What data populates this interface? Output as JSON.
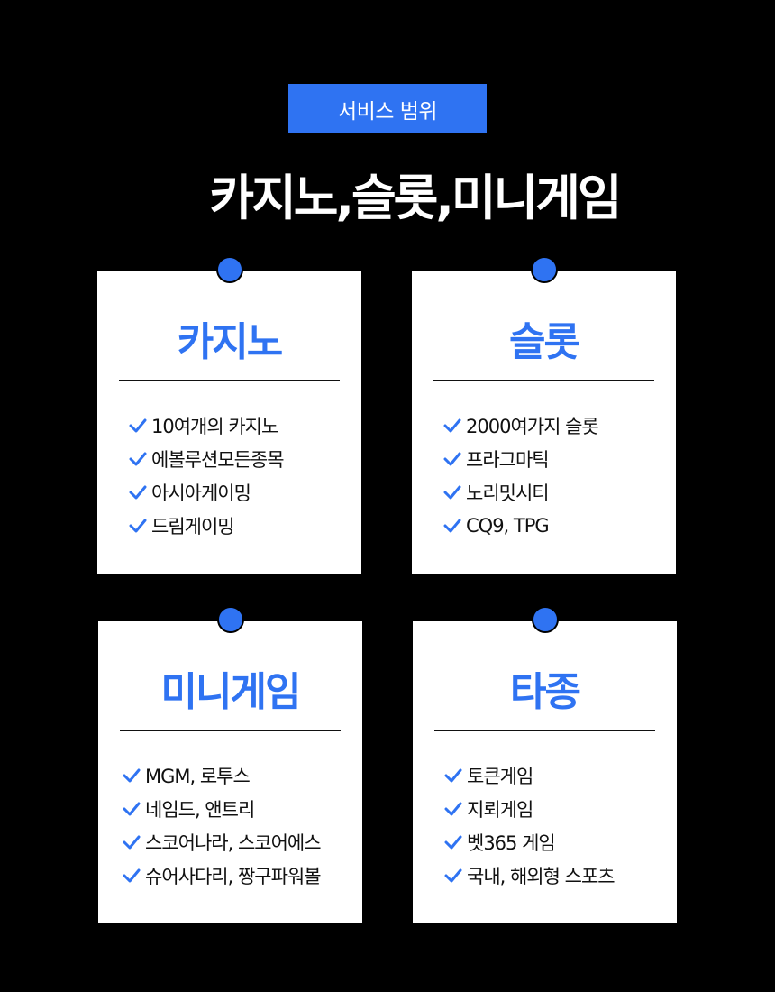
{
  "badge": "서비스 범위",
  "headline": "카지노,슬롯,미니게임",
  "colors": {
    "accent": "#2f73f2",
    "background": "#000000",
    "card": "#ffffff"
  },
  "cards": [
    {
      "title": "카지노",
      "items": [
        "10여개의 카지노",
        "에볼루션모든종목",
        "아시아게이밍",
        "드림게이밍"
      ]
    },
    {
      "title": "슬롯",
      "items": [
        "2000여가지 슬롯",
        "프라그마틱",
        "노리밋시티",
        "CQ9, TPG"
      ]
    },
    {
      "title": "미니게임",
      "items": [
        "MGM, 로투스",
        "네임드, 앤트리",
        "스코어나라, 스코어에스",
        "슈어사다리, 짱구파워볼"
      ]
    },
    {
      "title": "타종",
      "items": [
        "토큰게임",
        "지뢰게임",
        "벳365 게임",
        "국내, 해외형 스포츠"
      ]
    }
  ],
  "icons": {
    "pin": "pin-dot-icon",
    "check": "check-icon"
  }
}
